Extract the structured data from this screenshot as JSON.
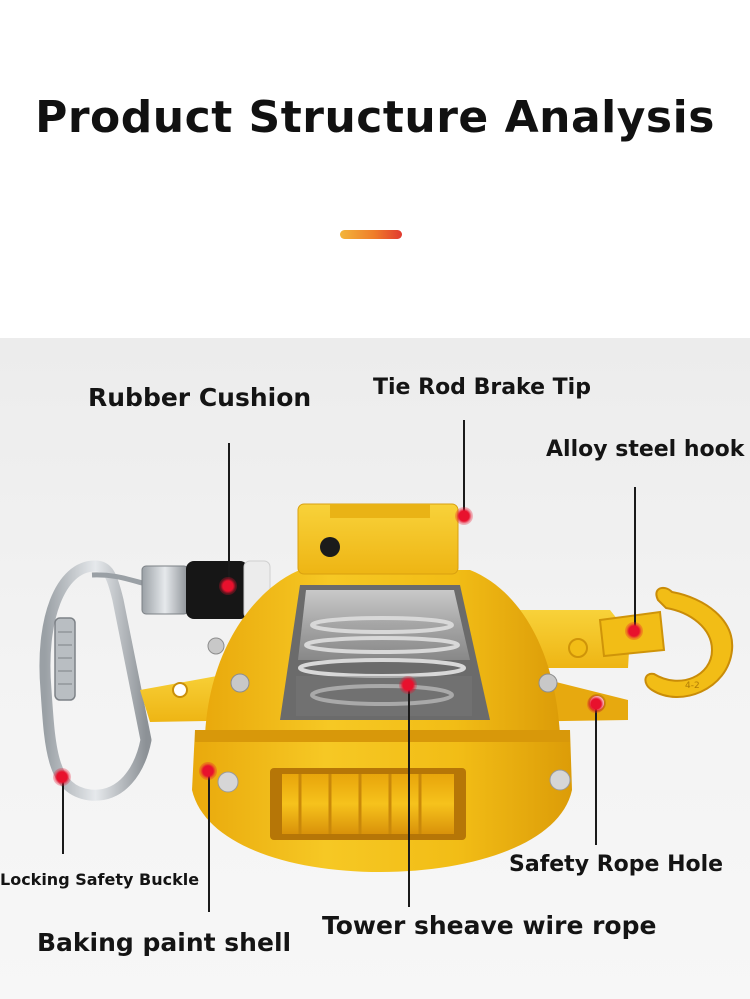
{
  "header": {
    "title": "Product Structure Analysis"
  },
  "labels": {
    "rubber_cushion": "Rubber Cushion",
    "tie_rod_brake_tip": "Tie Rod Brake Tip",
    "alloy_steel_hook": "Alloy steel hook",
    "locking_safety_buckle": "Locking Safety Buckle",
    "safety_rope_hole": "Safety Rope Hole",
    "baking_paint_shell": "Baking paint shell",
    "tower_sheave_wire_rope": "Tower sheave wire rope"
  },
  "colors": {
    "body_yellow": "#f2bd16",
    "marker_red": "#e8112d",
    "accent_start": "#f3b53b",
    "accent_end": "#e13a2f",
    "text": "#141414"
  }
}
